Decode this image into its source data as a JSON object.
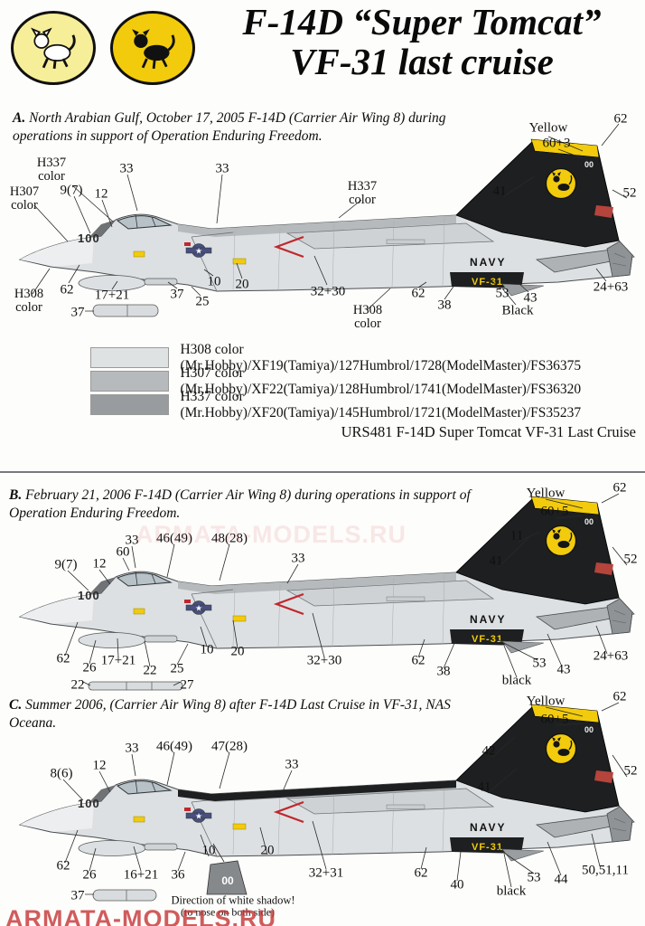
{
  "page": {
    "title_line1": "F-14D “Super Tomcat”",
    "title_line2": "VF-31 last cruise",
    "product_code": "URS481 F-14D Super Tomcat VF-31 Last Cruise",
    "watermark": "ARMATA-MODELS.RU"
  },
  "icons": {
    "badge_left": "felix-cat-badge-light",
    "badge_right": "felix-cat-badge-dark",
    "tail_emblem": "felix-cat-tail-emblem"
  },
  "colors": {
    "h308": "#dfe2e3",
    "h307": "#b6babc",
    "h337": "#989c9e",
    "yellow": "#f2cb0c",
    "red": "#c0272d",
    "black": "#1d1f20",
    "watermark_red": "#c53535"
  },
  "legend": {
    "rows": [
      {
        "hex": "#dfe2e3",
        "label": "H308 color (Mr.Hobby)/XF19(Tamiya)/127Humbrol/1728(ModelMaster)/FS36375"
      },
      {
        "hex": "#b6babc",
        "label": "H307 color (Mr.Hobby)/XF22(Tamiya)/128Humbrol/1741(ModelMaster)/FS36320"
      },
      {
        "hex": "#989c9e",
        "label": "H337 color (Mr.Hobby)/XF20(Tamiya)/145Humbrol/1721(ModelMaster)/FS35237"
      }
    ]
  },
  "markings": {
    "modex": "100",
    "navy": "NAVY",
    "squadron": "VF-31",
    "tail_zeros": "00"
  },
  "sections": {
    "a": {
      "label": "A.",
      "description": "North Arabian Gulf, October 17, 2005 F-14D (Carrier Air Wing 8) during operations in support of Operation Enduring Freedom.",
      "callouts": {
        "yellow": "Yellow",
        "n62_tail": "62",
        "n60_3": "60+3",
        "n52": "52",
        "n41": "41",
        "h337_canopy": "H337 color",
        "h307_nose": "H307 color",
        "n9_7": "9(7)",
        "n12": "12",
        "n33_front": "33",
        "n33_mid": "33",
        "h337_mid": "H337 color",
        "n62_nose": "62",
        "n17_21": "17+21",
        "n37_pylon": "37",
        "n25": "25",
        "n10": "10",
        "n20": "20",
        "n32_30": "32+30",
        "h308_nose": "H308 color",
        "h308_mid": "H308 color",
        "n62_aft": "62",
        "n38": "38",
        "n53": "53",
        "black": "Black",
        "n43": "43",
        "n24_63": "24+63",
        "n37_pod": "37"
      }
    },
    "b": {
      "label": "B.",
      "description": "February 21, 2006 F-14D (Carrier Air Wing 8) during operations in support of Operation Enduring Freedom.",
      "callouts": {
        "yellow": "Yellow",
        "n62_tail": "62",
        "n60_5": "60+5",
        "n11": "11",
        "n52": "52",
        "n33_front": "33",
        "n46_49": "46(49)",
        "n48_28": "48(28)",
        "n33_mid": "33",
        "n12": "12",
        "n60": "60",
        "n9_7": "9(7)",
        "n41": "41",
        "n62_nose": "62",
        "n26": "26",
        "n17_21": "17+21",
        "n22": "22",
        "n25": "25",
        "n10": "10",
        "n20": "20",
        "n32_30": "32+30",
        "n62_aft": "62",
        "n38": "38",
        "n53": "53",
        "n43": "43",
        "black": "black",
        "n24_63": "24+63",
        "n22_pod": "22",
        "n27": "27"
      }
    },
    "c": {
      "label": "C.",
      "description": "Summer 2006, (Carrier Air Wing 8) after F-14D Last Cruise in VF-31, NAS Oceana.",
      "shadow_sample": "00",
      "callouts": {
        "yellow": "Yellow",
        "n62_tail": "62",
        "n60_5": "60+5",
        "n42": "42",
        "n52": "52",
        "n33_front": "33",
        "n46_49": "46(49)",
        "n47_28": "47(28)",
        "n33_mid": "33",
        "n8_6": "8(6)",
        "n12": "12",
        "n41": "41",
        "n62_nose": "62",
        "n26": "26",
        "n16_21": "16+21",
        "n36": "36",
        "n10": "10",
        "n20": "20",
        "n32_31": "32+31",
        "n62_aft": "62",
        "n40": "40",
        "n53": "53",
        "n44": "44",
        "black": "black",
        "n50_51_11": "50,51,11",
        "n37_pod": "37",
        "note1": "Direction of white shadow!",
        "note2": "(to nose on both side)"
      }
    }
  }
}
